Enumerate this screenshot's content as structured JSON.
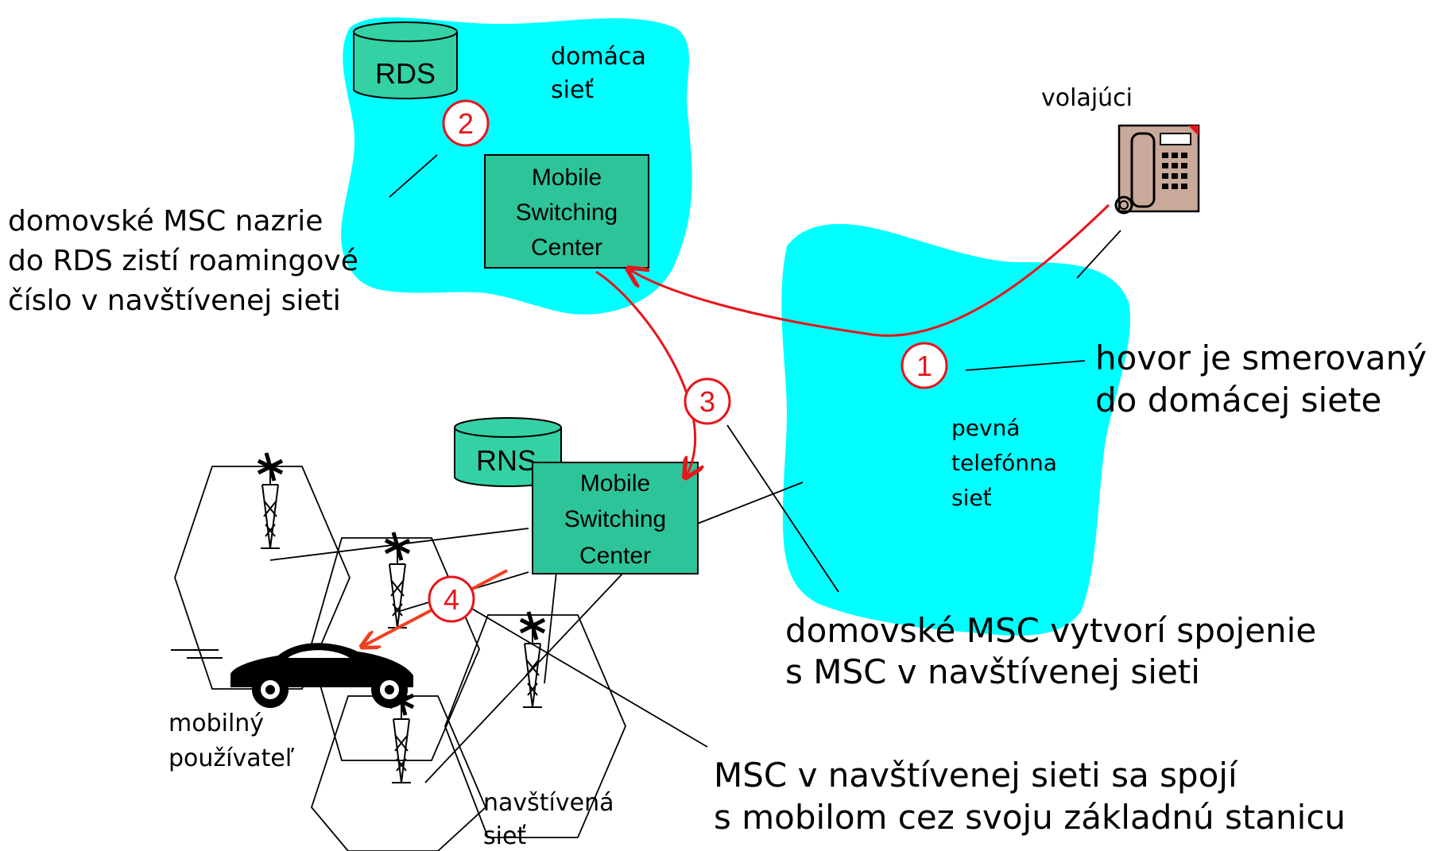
{
  "colors": {
    "network_fill": "#00ffff",
    "msc_fill": "#2ec49a",
    "db_fill": "#33d1a3",
    "step_red": "#e8141b",
    "arrow_orange": "#f0401f"
  },
  "labels": {
    "home_network": [
      "domáca",
      "sieť"
    ],
    "caller": "volajúci",
    "fixed_network": [
      "pevná",
      "telefónna",
      "sieť"
    ],
    "visited_network": [
      "navštívená",
      "sieť"
    ],
    "mobile_user": [
      "mobilný",
      "používateľ"
    ],
    "rds": "RDS",
    "rns": "RNS",
    "msc_home": [
      "Mobile",
      "Switching",
      "Center"
    ],
    "msc_visited": [
      "Mobile",
      "Switching",
      "Center"
    ]
  },
  "steps": [
    {
      "number": "1",
      "text": [
        "hovor je smerovaný",
        "do domácej siete"
      ]
    },
    {
      "number": "2",
      "text": [
        "domovské MSC nazrie",
        "do RDS zistí roamingové",
        "číslo v navštívenej sieti"
      ]
    },
    {
      "number": "3",
      "text": [
        "domovské MSC vytvorí spojenie",
        "s MSC v navštívenej sieti"
      ]
    },
    {
      "number": "4",
      "text": [
        "MSC v navštívenej sieti sa spojí",
        "s mobilom cez svoju základnú stanicu"
      ]
    }
  ]
}
